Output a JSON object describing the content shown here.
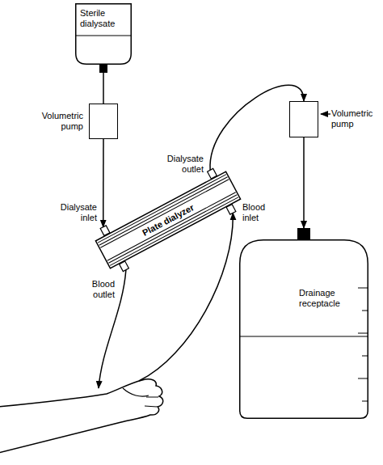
{
  "diagram": {
    "nodes": [
      {
        "text": [
          "Sterile dialysate"
        ]
      },
      {
        "text": [
          "Volumetric pump"
        ]
      },
      {
        "text": [
          "Plate dialyzer"
        ]
      },
      {
        "text": [
          "Volumetric pump"
        ]
      },
      {
        "text": [
          "Drainage receptacle"
        ]
      }
    ],
    "edges": [
      {
        "from": 0,
        "to": 1,
        "arrow": "none"
      },
      {
        "from": 1,
        "to": 2,
        "arrow": "to"
      },
      {
        "from": 2,
        "to": 3,
        "arrow": "to"
      },
      {
        "from": 3,
        "to": 4,
        "arrow": "to"
      }
    ],
    "labels": [
      "Dialysate outlet",
      "Blood inlet",
      "Dialysate inlet",
      "Blood outlet"
    ]
  }
}
